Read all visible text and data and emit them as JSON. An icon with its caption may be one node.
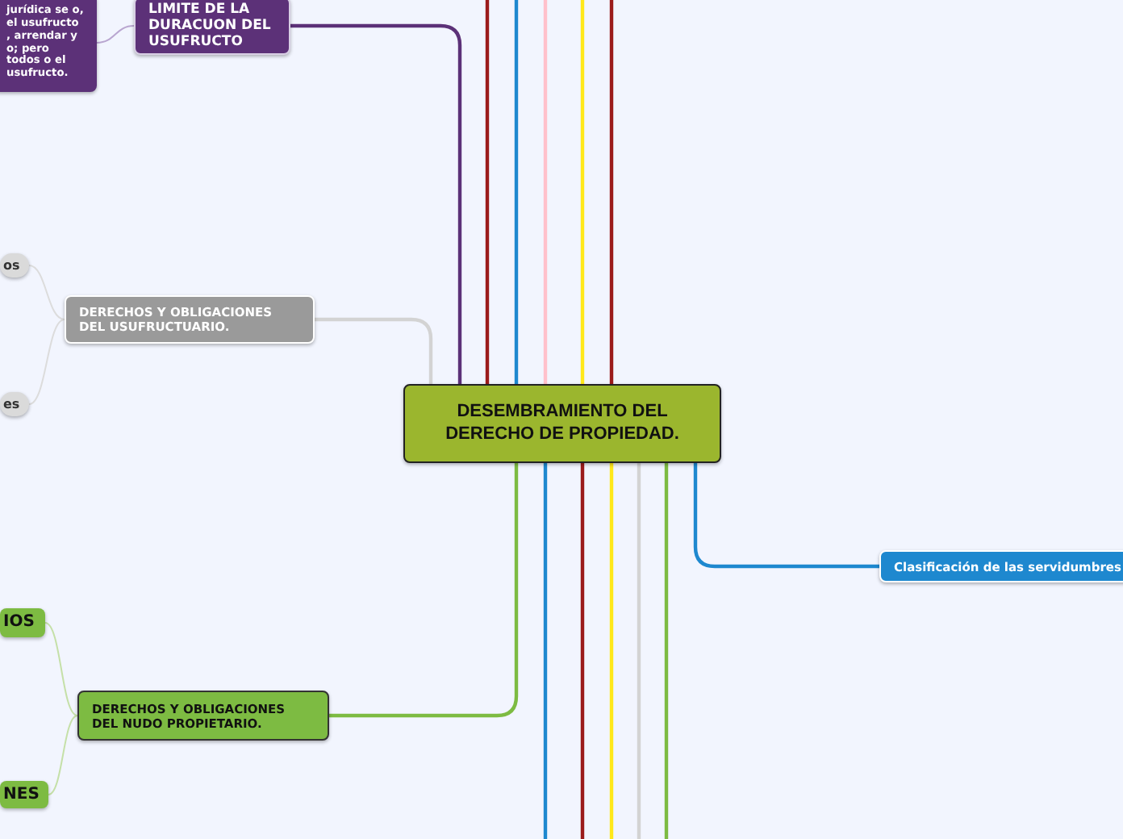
{
  "diagram": {
    "nodes": [
      {
        "text": [
          "DESEMBRAMIENTO DEL DERECHO DE PROPIEDAD."
        ]
      },
      {
        "text": [
          "LIMITE DE LA DURACUON DEL USUFRUCTO"
        ]
      },
      {
        "text": [
          "jurídica se o, el usufructo , arrendar y o; pero todos o el usufructo."
        ]
      },
      {
        "text": [
          "DERECHOS Y OBLIGACIONES DEL USUFRUCTUARIO."
        ]
      },
      {
        "text": [
          "os"
        ]
      },
      {
        "text": [
          "es"
        ]
      },
      {
        "text": [
          "DERECHOS Y OBLIGACIONES DEL NUDO PROPIETARIO."
        ]
      },
      {
        "text": [
          "IOS"
        ]
      },
      {
        "text": [
          "NES"
        ]
      },
      {
        "text": [
          "Clasificación de las servidumbres"
        ]
      }
    ],
    "edges": [
      {
        "from": 0,
        "to": 1,
        "arrow": "none",
        "color": "#5c3178"
      },
      {
        "from": 1,
        "to": 2,
        "arrow": "none",
        "color": "#b9a6d0"
      },
      {
        "from": 0,
        "to": 3,
        "arrow": "none",
        "color": "#d3d3d3"
      },
      {
        "from": 3,
        "to": 4,
        "arrow": "none",
        "color": "#dcdcdc"
      },
      {
        "from": 3,
        "to": 5,
        "arrow": "none",
        "color": "#dcdcdc"
      },
      {
        "from": 0,
        "to": 6,
        "arrow": "none",
        "color": "#7dbb42"
      },
      {
        "from": 6,
        "to": 7,
        "arrow": "none",
        "color": "#c5e0a8"
      },
      {
        "from": 6,
        "to": 8,
        "arrow": "none",
        "color": "#c5e0a8"
      },
      {
        "from": 0,
        "to": 9,
        "arrow": "none",
        "color": "#1e88cf"
      },
      {
        "from": 0,
        "to": null,
        "arrow": "none",
        "color": "#9b1b1b"
      },
      {
        "from": 0,
        "to": null,
        "arrow": "none",
        "color": "#1e88cf"
      },
      {
        "from": 0,
        "to": null,
        "arrow": "none",
        "color": "#ffc0cb"
      },
      {
        "from": 0,
        "to": null,
        "arrow": "none",
        "color": "#ffe81a"
      },
      {
        "from": 0,
        "to": null,
        "arrow": "none",
        "color": "#9b1b1b"
      },
      {
        "from": 0,
        "to": null,
        "arrow": "none",
        "color": "#1e88cf"
      },
      {
        "from": 0,
        "to": null,
        "arrow": "none",
        "color": "#9b1b1b"
      },
      {
        "from": 0,
        "to": null,
        "arrow": "none",
        "color": "#ffe81a"
      },
      {
        "from": 0,
        "to": null,
        "arrow": "none",
        "color": "#d3d3d3"
      },
      {
        "from": 0,
        "to": null,
        "arrow": "none",
        "color": "#7dbb42"
      }
    ]
  }
}
